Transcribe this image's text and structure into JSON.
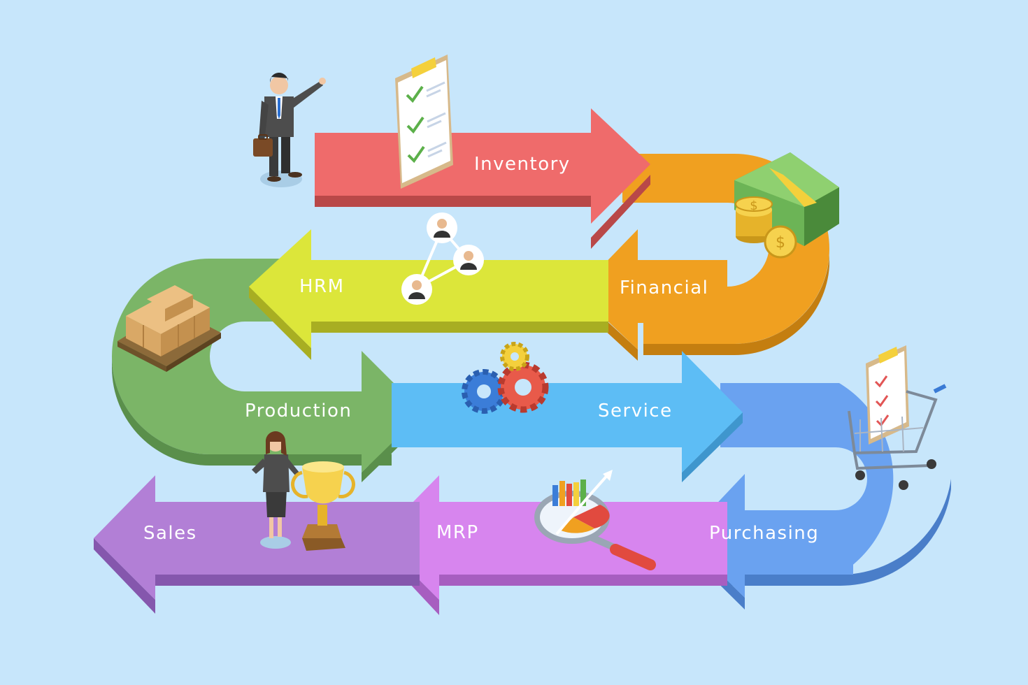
{
  "colors": {
    "background": "#c7e6fb",
    "inventory": "#ef6b6b",
    "financial": "#f0a020",
    "hrm": "#dce63a",
    "production": "#7bb567",
    "service": "#5dbdf5",
    "purchasing": "#6aa2f0",
    "mrp": "#d785ee",
    "sales": "#b27fd6"
  },
  "stages": [
    {
      "id": "inventory",
      "label": "Inventory"
    },
    {
      "id": "financial",
      "label": "Financial"
    },
    {
      "id": "hrm",
      "label": "HRM"
    },
    {
      "id": "production",
      "label": "Production"
    },
    {
      "id": "service",
      "label": "Service"
    },
    {
      "id": "purchasing",
      "label": "Purchasing"
    },
    {
      "id": "mrp",
      "label": "MRP"
    },
    {
      "id": "sales",
      "label": "Sales"
    }
  ],
  "icons": [
    "businessman-icon",
    "clipboard-checklist-icon",
    "money-coins-icon",
    "team-network-icon",
    "boxes-pallet-icon",
    "gears-icon",
    "shopping-cart-icon",
    "businesswoman-icon",
    "trophy-icon",
    "magnifier-chart-icon"
  ]
}
